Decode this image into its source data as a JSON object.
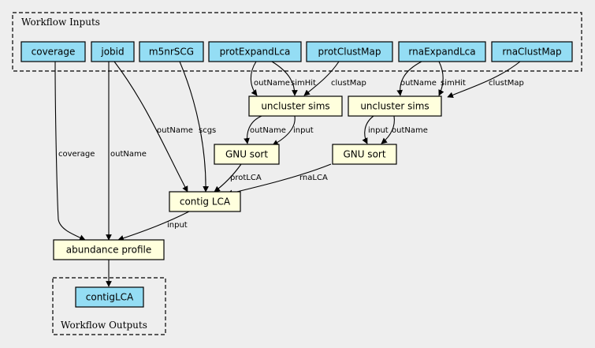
{
  "clusters": {
    "inputs": "Workflow Inputs",
    "outputs": "Workflow Outputs"
  },
  "nodes": {
    "coverage": "coverage",
    "jobid": "jobid",
    "m5nrSCG": "m5nrSCG",
    "protExpandLca": "protExpandLca",
    "protClustMap": "protClustMap",
    "rnaExpandLca": "rnaExpandLca",
    "rnaClustMap": "rnaClustMap",
    "unclusterProt": "uncluster sims",
    "unclusterRna": "uncluster sims",
    "sortProt": "GNU sort",
    "sortRna": "GNU sort",
    "contigLCA": "contig LCA",
    "abundance": "abundance profile",
    "outContigLCA": "contigLCA"
  },
  "edge_labels": {
    "coverage": "coverage",
    "jobid_abundance": "outName",
    "jobid_contig": "outName",
    "scgs": "scgs",
    "prot_outName": "outName",
    "prot_simHit": "simHit",
    "prot_clustMap": "clustMap",
    "rna_outName": "outName",
    "rna_simHit": "simHit",
    "rna_clustMap": "clustMap",
    "prot_sort_outName": "outName",
    "prot_sort_input": "input",
    "rna_sort_input": "input",
    "rna_sort_outName": "outName",
    "protLCA": "protLCA",
    "rnaLCA": "rnaLCA",
    "contig_input": "input"
  }
}
